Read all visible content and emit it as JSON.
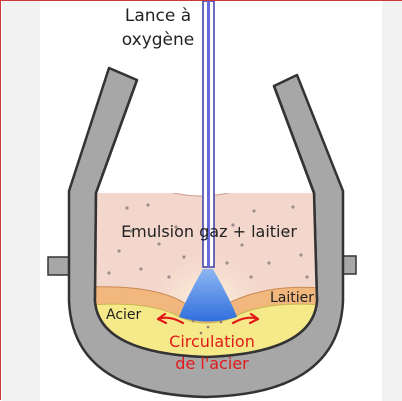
{
  "labels": {
    "lance_line1": "Lance à",
    "lance_line2": "oxygène",
    "emulsion": "Emulsion gaz + laitier",
    "laitier": "Laitier",
    "acier": "Acier",
    "circulation_line1": "Circulation",
    "circulation_line2": "de l'acier"
  },
  "colors": {
    "vessel": "#a7a7a7",
    "vessel_outline": "#333333",
    "emulsion": "#f4d7cc",
    "slag": "#f1b77d",
    "steel": "#f6e98a",
    "lance": "#6a6adb",
    "oxygen_jet": "#3a7fe0",
    "circulation_text": "#e21a1a"
  }
}
